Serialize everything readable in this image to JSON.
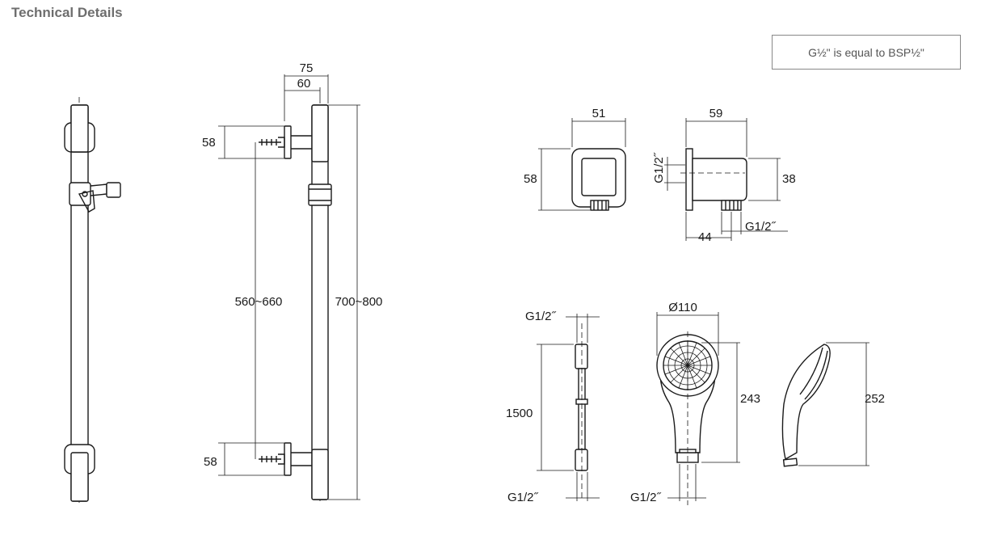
{
  "header": {
    "title": "Technical Details"
  },
  "note": {
    "text": "G½\" is equal to BSP½\""
  },
  "rail_front": {},
  "rail_side": {
    "dim_bracket_outer": "75",
    "dim_bracket_inner": "60",
    "dim_top_mount": "58",
    "dim_bottom_mount": "58",
    "dim_mount_spacing": "560~660",
    "dim_rail_length": "700~800"
  },
  "wall_outlet_front": {
    "dim_width": "51",
    "dim_height": "58"
  },
  "wall_outlet_side": {
    "dim_depth": "59",
    "dim_height": "38",
    "dim_thread_left": "G1/2˝",
    "dim_offset": "44",
    "dim_thread_bottom": "G1/2˝"
  },
  "hose": {
    "dim_thread_top": "G1/2˝",
    "dim_length": "1500",
    "dim_thread_bottom": "G1/2˝"
  },
  "hand_shower_front": {
    "dim_diameter": "Ø110",
    "dim_height": "243",
    "dim_thread": "G1/2˝"
  },
  "hand_shower_side": {
    "dim_height": "252"
  }
}
